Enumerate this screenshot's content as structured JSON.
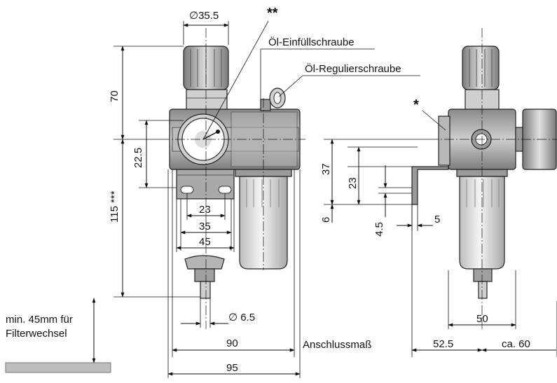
{
  "labels": {
    "oil_fill_screw": "Öl-Einfüllschraube",
    "oil_regulating_screw": "Öl-Regulierschraube",
    "double_star": "**",
    "single_star": "*",
    "connection_dimension": "Anschlussmaß",
    "filter_change_note_line1": "min. 45mm für",
    "filter_change_note_line2": "Filterwechsel"
  },
  "dimensions": {
    "knob_diameter": "∅35.5",
    "height_knob": "70",
    "height_gauge": "22.5",
    "height_lower": "115 ***",
    "bracket_slot": "23",
    "bracket_inner": "35",
    "bracket_outer": "45",
    "drain_diameter": "∅ 6.5",
    "width_90": "90",
    "width_95": "95",
    "side_37": "37",
    "side_23": "23",
    "side_6": "6",
    "side_4_5": "4.5",
    "side_5": "5",
    "side_50": "50",
    "side_52_5": "52.5",
    "side_ca_60": "ca. 60"
  },
  "colors": {
    "housing_dark": "#6f6f6f",
    "housing_mid": "#9a9a9a",
    "housing_light": "#d4d4d4",
    "bowl": "#e8e8e8",
    "floor": "#bdbdbd"
  }
}
